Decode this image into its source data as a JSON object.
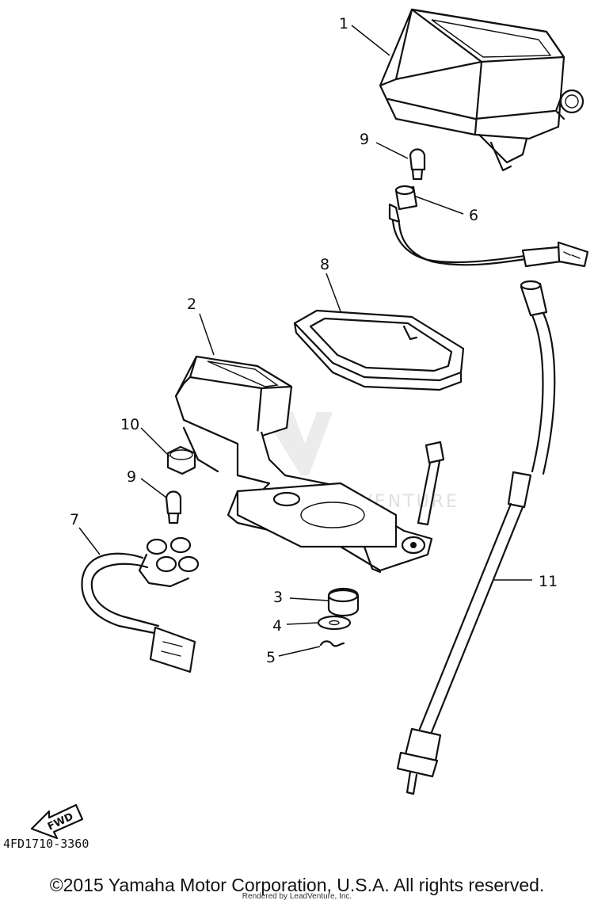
{
  "diagram": {
    "callouts": [
      {
        "id": "1",
        "label": "1"
      },
      {
        "id": "2",
        "label": "2"
      },
      {
        "id": "3",
        "label": "3"
      },
      {
        "id": "4",
        "label": "4"
      },
      {
        "id": "5",
        "label": "5"
      },
      {
        "id": "6",
        "label": "6"
      },
      {
        "id": "7",
        "label": "7"
      },
      {
        "id": "8",
        "label": "8"
      },
      {
        "id": "9a",
        "label": "9"
      },
      {
        "id": "9b",
        "label": "9"
      },
      {
        "id": "10",
        "label": "10"
      },
      {
        "id": "11",
        "label": "11"
      }
    ],
    "fwd_label": "FWD",
    "watermark_text": "LEADVENTURE"
  },
  "doc_number": "4FD1710-3360",
  "copyright": "©2015 Yamaha Motor Corporation, U.S.A. All rights reserved.",
  "rendered_by": "Rendered by LeadVenture, Inc."
}
